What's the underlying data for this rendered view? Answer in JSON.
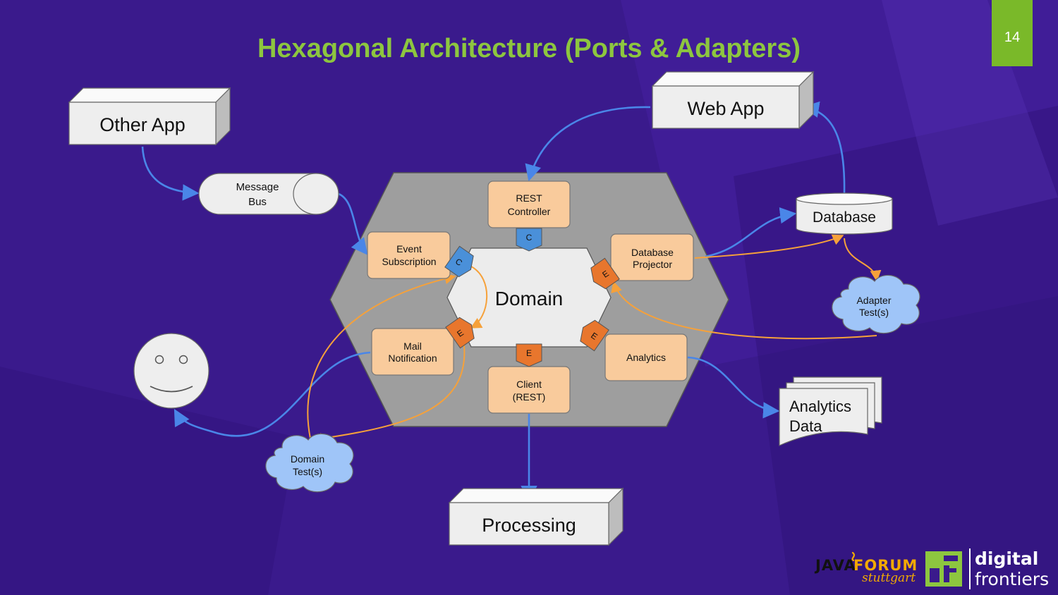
{
  "slide": {
    "title": "Hexagonal Architecture (Ports & Adapters)",
    "number": "14",
    "accent_color": "#8dc63f",
    "background_color": "#3a1a8c"
  },
  "diagram": {
    "external_systems": {
      "other_app": "Other App",
      "web_app": "Web App",
      "processing": "Processing"
    },
    "message_bus": [
      "Message",
      "Bus"
    ],
    "database": "Database",
    "analytics_data": [
      "Analytics",
      "Data"
    ],
    "user_icon": "smiley-face-icon",
    "domain": "Domain",
    "adapters": {
      "rest_controller": [
        "REST",
        "Controller"
      ],
      "event_subscription": [
        "Event",
        "Subscription"
      ],
      "database_projector": [
        "Database",
        "Projector"
      ],
      "mail_notification": [
        "Mail",
        "Notification"
      ],
      "analytics": "Analytics",
      "client_rest": [
        "Client",
        "(REST)"
      ]
    },
    "ports": {
      "rest": "C",
      "event": "C",
      "db": "E",
      "mail": "E",
      "client": "E",
      "analytics": "E"
    },
    "tests": {
      "domain_tests": [
        "Domain",
        "Test(s)"
      ],
      "adapter_tests": [
        "Adapter",
        "Test(s)"
      ]
    },
    "colors": {
      "adapter_fill": "#f9cb9c",
      "command_port": "#4a90d9",
      "event_port": "#e8762d",
      "hexagon_outer": "#9e9e9e",
      "domain_fill": "#ececec",
      "cloud_fill": "#9fc5f8",
      "arrow_blue": "#4a86e8",
      "arrow_orange": "#f6a13a"
    }
  },
  "logos": {
    "javaforum": {
      "part1": "JAVA",
      "part2": "FORUM",
      "city": "stuttgart"
    },
    "digital_frontiers": {
      "line1": "digital",
      "line2": "frontiers"
    }
  }
}
